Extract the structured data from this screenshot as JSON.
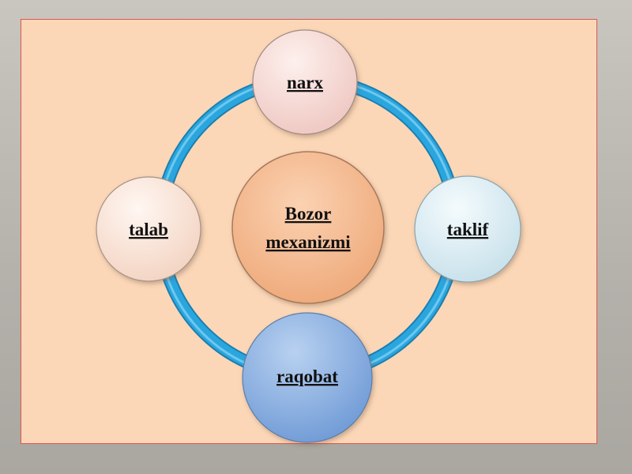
{
  "diagram": {
    "center": {
      "lines": [
        "Bozor",
        "mexanizmi"
      ]
    },
    "nodes": [
      {
        "id": "top",
        "label": "narx"
      },
      {
        "id": "right",
        "label": "taklif"
      },
      {
        "id": "bottom",
        "label": "raqobat"
      },
      {
        "id": "left",
        "label": "talab"
      }
    ]
  },
  "colors": {
    "slide_background": "#fbd7b7",
    "slide_border": "#e0554f",
    "ring": "#2aa6de",
    "center_fill": "#f5b98e",
    "top_fill": "#f7dad6",
    "right_fill": "#dcecf3",
    "bottom_fill": "#8db3e1",
    "left_fill": "#fbe6da"
  }
}
